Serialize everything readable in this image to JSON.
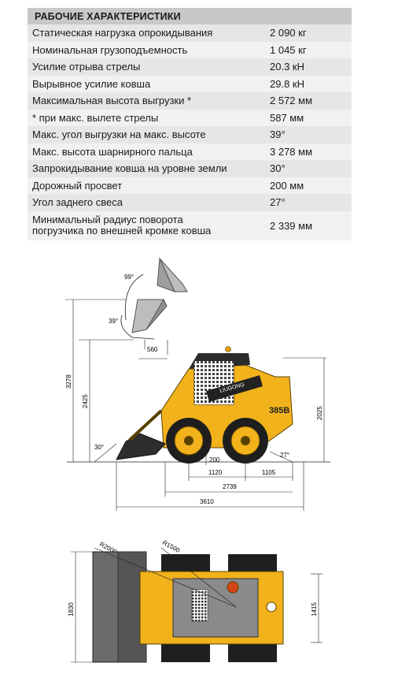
{
  "header": "РАБОЧИЕ ХАРАКТЕРИСТИКИ",
  "specs": [
    {
      "label": "Статическая нагрузка опрокидывания",
      "value": "2 090 кг"
    },
    {
      "label": "Номинальная грузоподъемность",
      "value": "1 045 кг"
    },
    {
      "label": "Усилие отрыва стрелы",
      "value": "20.3 кН"
    },
    {
      "label": "Вырывное усилие ковша",
      "value": "29.8 кН"
    },
    {
      "label": "Максимальная высота выгрузки *",
      "value": "2 572 мм"
    },
    {
      "label": "* при макс. вылете стрелы",
      "value": "587 мм"
    },
    {
      "label": "Макс. угол выгрузки  на макс. высоте",
      "value": "39°"
    },
    {
      "label": "Макс. высота шарнирного пальца",
      "value": "3 278 мм"
    },
    {
      "label": "Запрокидывание ковша на уровне земли",
      "value": "30°"
    },
    {
      "label": "Дорожный просвет",
      "value": "200 мм"
    },
    {
      "label": "Угол заднего свеса",
      "value": "27°"
    },
    {
      "label": "Минимальный радиус поворота",
      "label2": "погрузчика по внешней кромке ковша",
      "value": "2 339 мм"
    }
  ],
  "side_view": {
    "model": "385B",
    "brand": "LIUGONG",
    "dims": {
      "angle_top": "99°",
      "angle_mid": "39°",
      "reach": "560",
      "height_pin": "3278",
      "height_dump": "2425",
      "height_cab": "2025",
      "angle_ground": "30°",
      "clearance": "200",
      "angle_rear": "27°",
      "wheelbase": "1120",
      "rear_overhang": "1105",
      "length_body": "2739",
      "length_total": "3610"
    }
  },
  "top_view": {
    "dims": {
      "radius_outer": "R2000",
      "radius_inner": "R1500",
      "width_bucket": "1830",
      "width_track": "1415"
    }
  }
}
